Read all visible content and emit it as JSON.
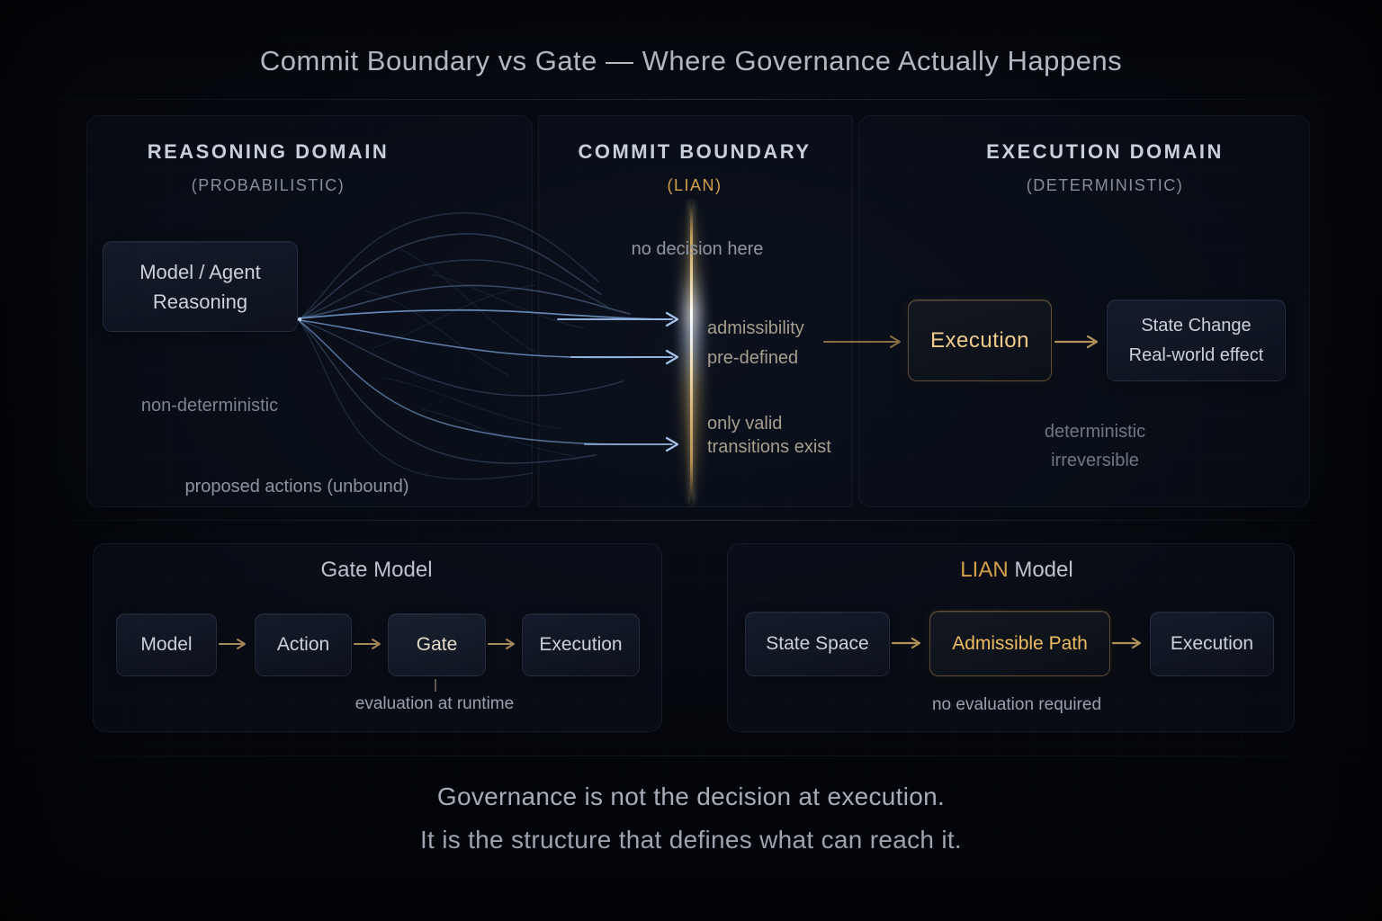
{
  "title": "Commit Boundary vs Gate — Where Governance Actually Happens",
  "top": {
    "reasoning": {
      "title": "REASONING DOMAIN",
      "subtitle": "(PROBABILISTIC)",
      "agent_line1": "Model / Agent",
      "agent_line2": "Reasoning",
      "note_nondeterministic": "non-deterministic",
      "note_proposed": "proposed actions (unbound)"
    },
    "boundary": {
      "title": "COMMIT BOUNDARY",
      "subtitle": "(LIAN)",
      "note_no_decision": "no decision here",
      "admissibility": "admissibility",
      "pre_defined": "pre-defined",
      "only_valid": "only valid",
      "transitions_exist": "transitions exist"
    },
    "execution": {
      "title": "EXECUTION DOMAIN",
      "subtitle": "(DETERMINISTIC)",
      "execution_box": "Execution",
      "state_line1": "State Change",
      "state_line2": "Real-world effect",
      "note_deterministic": "deterministic",
      "note_irreversible": "irreversible"
    }
  },
  "gate_model": {
    "title": "Gate Model",
    "boxes": [
      "Model",
      "Action",
      "Gate",
      "Execution"
    ],
    "note": "evaluation at runtime"
  },
  "lian_model": {
    "title_accent": "LIAN",
    "title_rest": " Model",
    "boxes": [
      "State Space",
      "Admissible Path",
      "Execution"
    ],
    "note": "no evaluation required"
  },
  "footer": {
    "line1": "Governance is not the decision at execution.",
    "line2": "It is the structure that defines what can reach it."
  },
  "colors": {
    "gold_accent": "#d5a04a",
    "gold_bright": "#f0cc8a",
    "flow_blue": "#7aa3d8",
    "text_main": "#c9cfd9",
    "text_dim": "#7b8492"
  }
}
